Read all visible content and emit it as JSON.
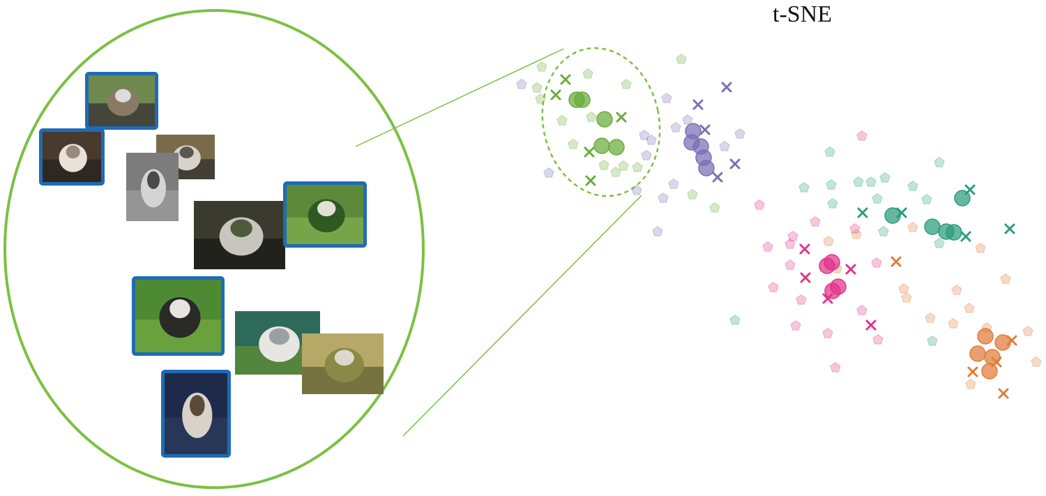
{
  "title": "t-SNE",
  "colors": {
    "zoom_outline": "#7ac143",
    "photo_border": "#1f6bb5",
    "classes": {
      "green": "#6aab3a",
      "purple": "#7a6fb5",
      "teal": "#2a9d7b",
      "pink": "#e0338a",
      "orange": "#e07b39"
    }
  },
  "legend_note": "",
  "photos": [
    {
      "name": "photo-husky-tree",
      "highlighted": true,
      "icon": "dog-photo"
    },
    {
      "name": "photo-husky-face-closeup",
      "highlighted": true,
      "icon": "dog-photo"
    },
    {
      "name": "photo-husky-smiling",
      "highlighted": false,
      "icon": "dog-photo"
    },
    {
      "name": "photo-husky-lying",
      "highlighted": false,
      "icon": "dog-photo"
    },
    {
      "name": "photo-husky-forest",
      "highlighted": false,
      "icon": "dog-photo"
    },
    {
      "name": "photo-husky-on-lawn-far",
      "highlighted": true,
      "icon": "dog-photo"
    },
    {
      "name": "photo-puppy-on-grass",
      "highlighted": true,
      "icon": "dog-photo"
    },
    {
      "name": "photo-fluffy-puppy",
      "highlighted": false,
      "icon": "dog-photo"
    },
    {
      "name": "photo-husky-in-field",
      "highlighted": false,
      "icon": "dog-photo"
    },
    {
      "name": "photo-puppy-held",
      "highlighted": true,
      "icon": "dog-photo"
    }
  ]
}
